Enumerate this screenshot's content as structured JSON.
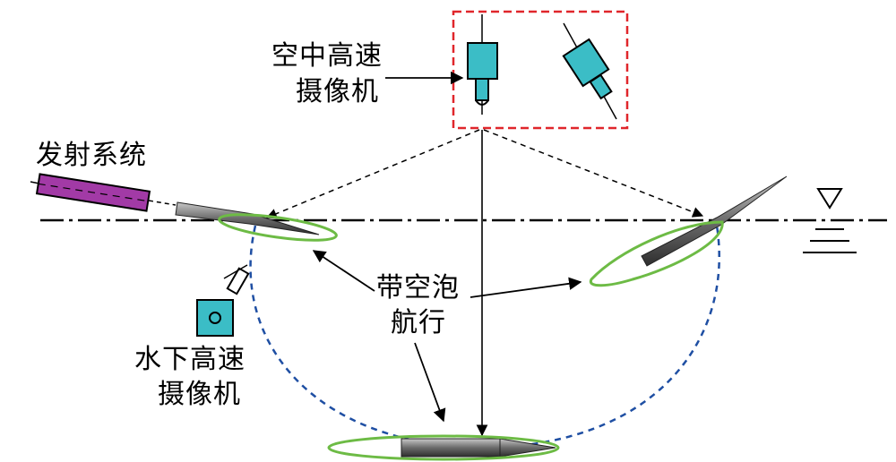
{
  "labels": {
    "air_camera_line1": "空中高速",
    "air_camera_line2": "摄像机",
    "launch_system": "发射系统",
    "underwater_camera_line1": "水下高速",
    "underwater_camera_line2": "摄像机",
    "cavity_nav_line1": "带空泡",
    "cavity_nav_line2": "航行"
  },
  "colors": {
    "camera_fill": "#3bbdc6",
    "launcher_fill": "#a23aa6",
    "cavity_outline": "#6dbb45",
    "trajectory": "#1f4fa3",
    "camera_box": "#e0262b",
    "projectile_gray": "#6b6b6b"
  },
  "icons": {
    "water_level": "inverted-triangle-water-level-icon"
  }
}
